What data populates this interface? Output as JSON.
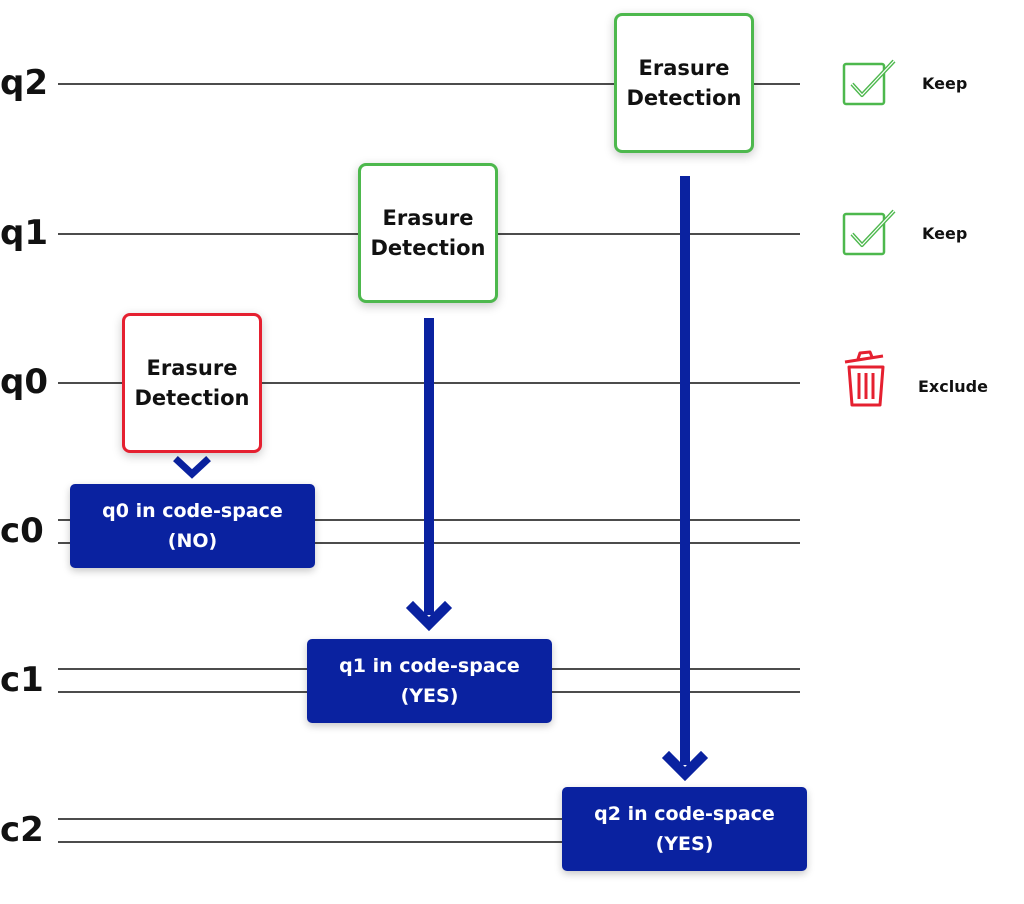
{
  "wires": {
    "qubits": [
      "q2",
      "q1",
      "q0"
    ],
    "classical": [
      "c0",
      "c1",
      "c2"
    ]
  },
  "detections": [
    {
      "line1": "Erasure",
      "line2": "Detection",
      "status": "green"
    },
    {
      "line1": "Erasure",
      "line2": "Detection",
      "status": "green"
    },
    {
      "line1": "Erasure",
      "line2": "Detection",
      "status": "red"
    }
  ],
  "code_space": [
    {
      "line1": "q0 in code-space",
      "line2": "(NO)"
    },
    {
      "line1": "q1 in code-space",
      "line2": "(YES)"
    },
    {
      "line1": "q2 in code-space",
      "line2": "(YES)"
    }
  ],
  "outcomes": [
    {
      "label": "Keep",
      "icon": "checkbox-icon"
    },
    {
      "label": "Keep",
      "icon": "checkbox-icon"
    },
    {
      "label": "Exclude",
      "icon": "trash-icon"
    }
  ],
  "colors": {
    "keep": "#4db84d",
    "exclude": "#e52030",
    "arrow": "#0a22a0",
    "code_space_box": "#0a22a0"
  }
}
